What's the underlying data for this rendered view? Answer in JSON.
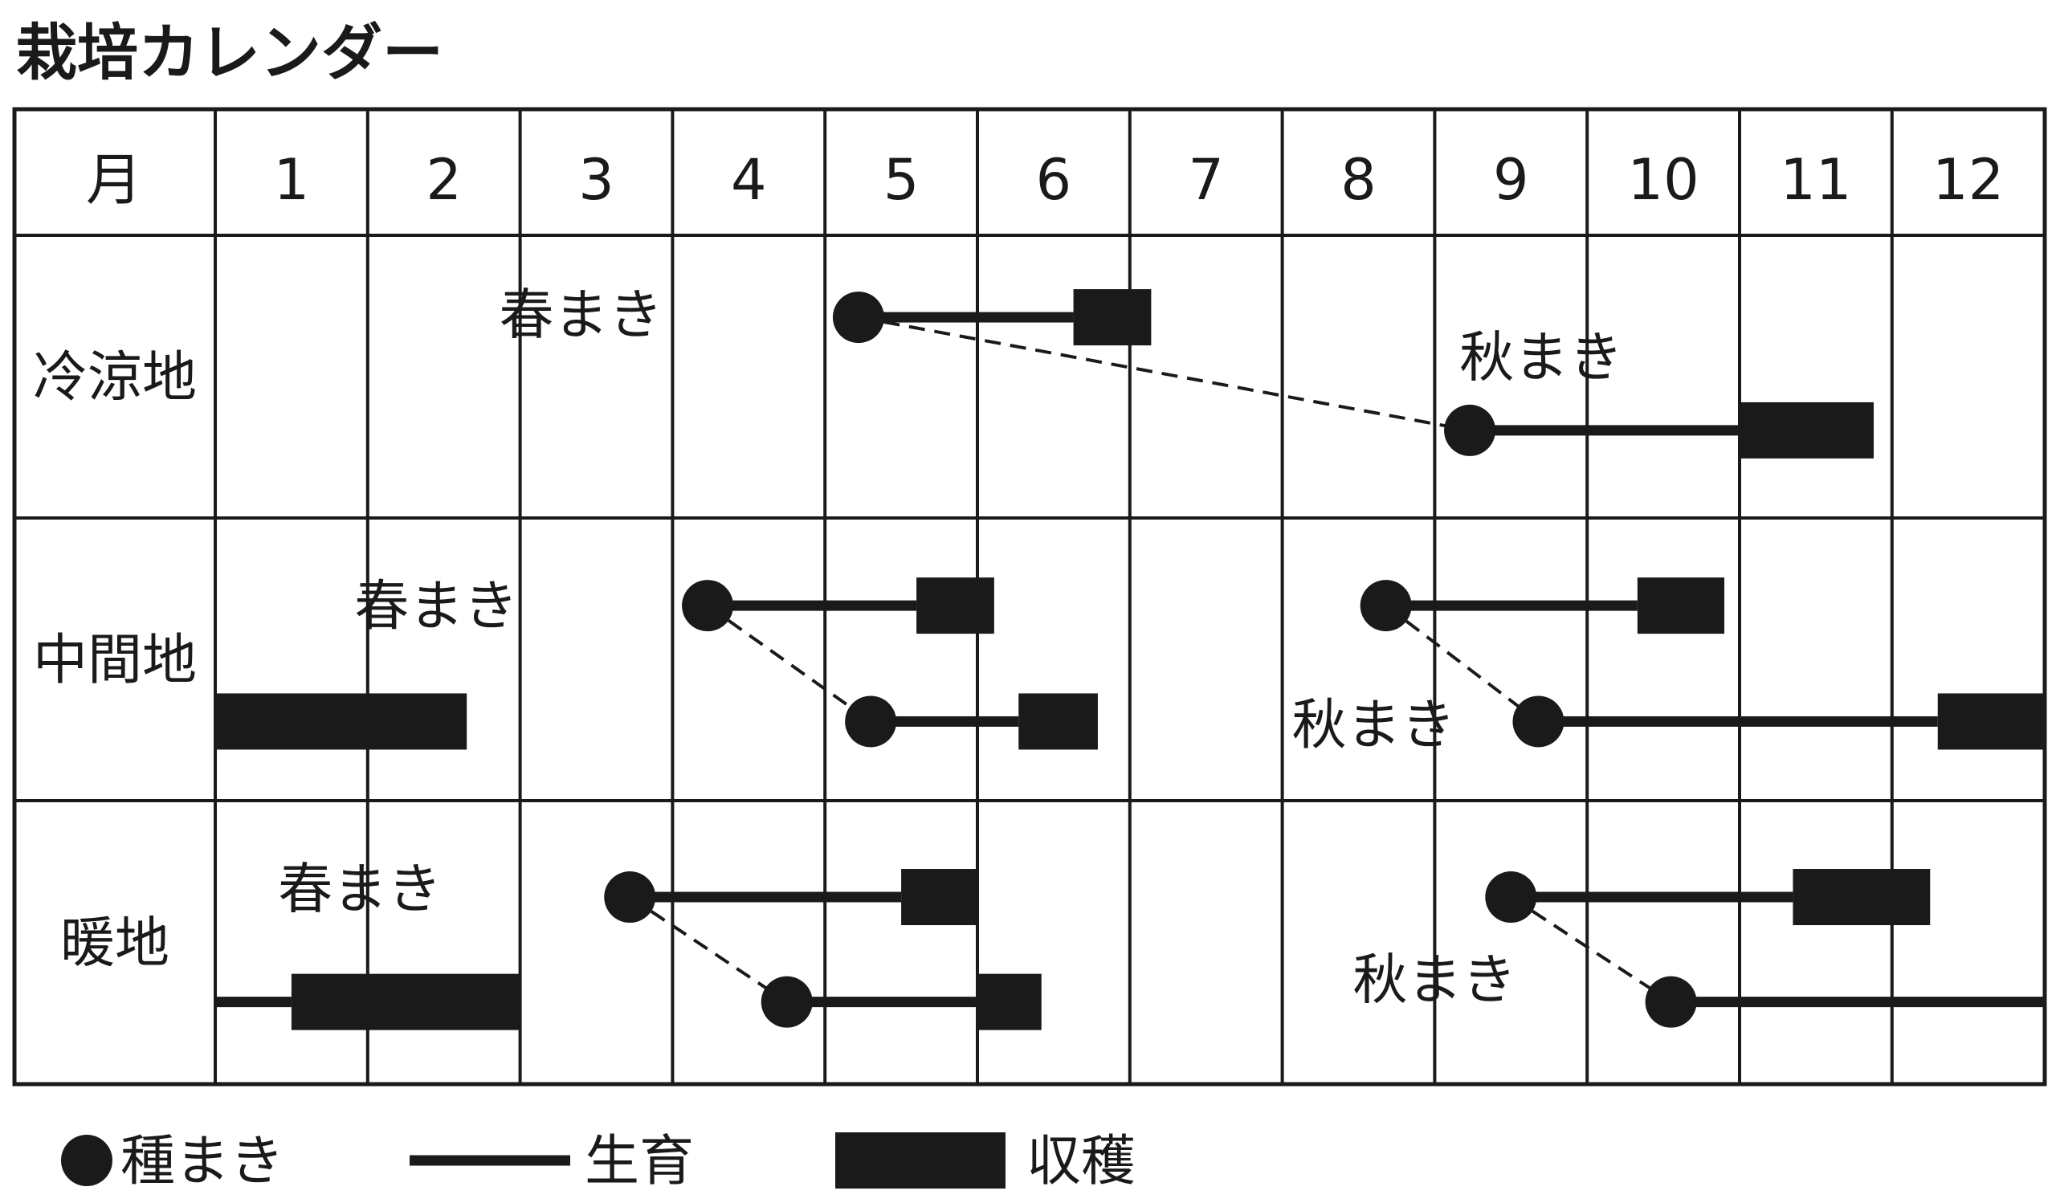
{
  "chart_data": {
    "type": "timeline",
    "title": "栽培カレンダー",
    "header_label": "月",
    "months": [
      "1",
      "2",
      "3",
      "4",
      "5",
      "6",
      "7",
      "8",
      "9",
      "10",
      "11",
      "12"
    ],
    "rows": [
      {
        "region": "冷涼地",
        "annotations": [
          {
            "text": "春まき",
            "month": 3.4,
            "lane": 0.28
          },
          {
            "text": "秋まき",
            "month": 9.7,
            "lane": 0.43
          }
        ],
        "schedules": [
          {
            "sow": 5.22,
            "grow": [
              5.22,
              6.63
            ],
            "harvest": [
              6.63,
              7.14
            ],
            "lane": 0.29
          },
          {
            "sow": 9.23,
            "grow": [
              9.23,
              11.0
            ],
            "harvest": [
              11.0,
              11.88
            ],
            "lane": 0.69
          }
        ],
        "links": [
          {
            "from": [
              5.22,
              0.29
            ],
            "to": [
              9.23,
              0.69
            ]
          }
        ],
        "bars": []
      },
      {
        "region": "中間地",
        "annotations": [
          {
            "text": "春まき",
            "month": 2.45,
            "lane": 0.31
          },
          {
            "text": "秋まき",
            "month": 8.6,
            "lane": 0.73
          }
        ],
        "schedules": [
          {
            "sow": 4.23,
            "grow": [
              4.23,
              5.6
            ],
            "harvest": [
              5.6,
              6.11
            ],
            "lane": 0.31
          },
          {
            "sow": 5.3,
            "grow": [
              5.3,
              6.27
            ],
            "harvest": [
              6.27,
              6.79
            ],
            "lane": 0.72
          },
          {
            "sow": 8.68,
            "grow": [
              8.68,
              10.33
            ],
            "harvest": [
              10.33,
              10.9
            ],
            "lane": 0.31
          },
          {
            "sow": 9.68,
            "grow": [
              9.68,
              12.3
            ],
            "harvest": [
              12.3,
              13.0
            ],
            "lane": 0.72
          }
        ],
        "links": [
          {
            "from": [
              4.23,
              0.31
            ],
            "to": [
              5.3,
              0.72
            ]
          },
          {
            "from": [
              8.68,
              0.31
            ],
            "to": [
              9.68,
              0.72
            ]
          }
        ],
        "bars": [
          {
            "kind": "harvest",
            "range": [
              1.0,
              2.65
            ],
            "lane": 0.72
          }
        ]
      },
      {
        "region": "暖地",
        "annotations": [
          {
            "text": "春まき",
            "month": 1.95,
            "lane": 0.31
          },
          {
            "text": "秋まき",
            "month": 9.0,
            "lane": 0.63
          }
        ],
        "schedules": [
          {
            "sow": 3.72,
            "grow": [
              3.72,
              5.5
            ],
            "harvest": [
              5.5,
              6.0
            ],
            "lane": 0.34
          },
          {
            "sow": 4.75,
            "grow": [
              4.75,
              6.0
            ],
            "harvest": [
              6.0,
              6.42
            ],
            "lane": 0.71
          },
          {
            "sow": 9.5,
            "grow": [
              9.5,
              11.35
            ],
            "harvest": [
              11.35,
              12.25
            ],
            "lane": 0.34
          },
          {
            "sow": 10.55,
            "grow": [
              10.55,
              13.0
            ],
            "harvest": null,
            "lane": 0.71
          }
        ],
        "links": [
          {
            "from": [
              3.72,
              0.34
            ],
            "to": [
              4.75,
              0.71
            ]
          },
          {
            "from": [
              9.5,
              0.34
            ],
            "to": [
              10.55,
              0.71
            ]
          }
        ],
        "bars": [
          {
            "kind": "grow",
            "range": [
              1.0,
              1.5
            ],
            "lane": 0.71
          },
          {
            "kind": "harvest",
            "range": [
              1.5,
              3.0
            ],
            "lane": 0.71
          }
        ]
      }
    ],
    "legend": [
      {
        "kind": "sow",
        "label": "種まき"
      },
      {
        "kind": "grow",
        "label": "生育"
      },
      {
        "kind": "harvest",
        "label": "収穫"
      }
    ],
    "colors": {
      "ink": "#1a1a1a",
      "grid": "#1a1a1a",
      "background": "#ffffff"
    }
  }
}
